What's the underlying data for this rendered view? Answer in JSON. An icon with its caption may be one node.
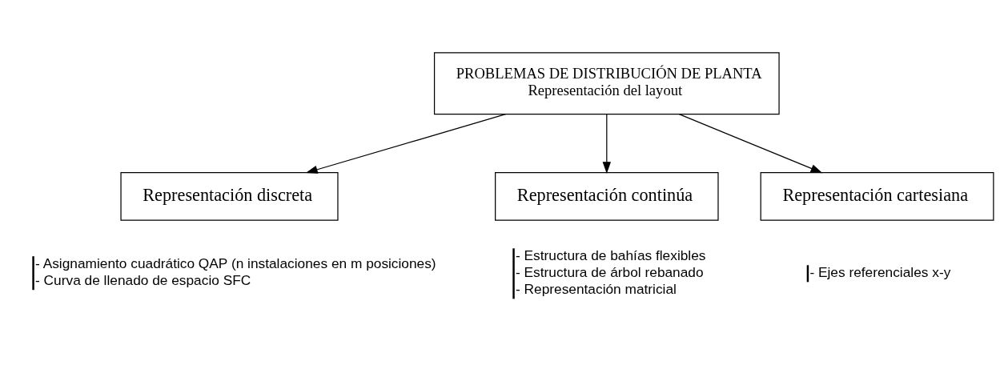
{
  "diagram": {
    "nodes": [
      {
        "text": [
          "PROBLEMAS DE DISTRIBUCIÓN DE PLANTA",
          "Representación del layout"
        ]
      },
      {
        "text": [
          "Representación discreta"
        ],
        "beside": [
          "- Asignamiento cuadrático QAP (n instalaciones en m posiciones)",
          "- Curva de llenado de espacio SFC"
        ]
      },
      {
        "text": [
          "Representación continúa"
        ],
        "beside": [
          "- Estructura de bahías flexibles",
          "- Estructura de árbol rebanado",
          "- Representación matricial"
        ]
      },
      {
        "text": [
          "Representación cartesiana"
        ],
        "beside": [
          "- Ejes referenciales x-y"
        ]
      }
    ],
    "edges": [
      {
        "from": 0,
        "to": 1,
        "arrow": "to"
      },
      {
        "from": 0,
        "to": 2,
        "arrow": "to"
      },
      {
        "from": 0,
        "to": 3,
        "arrow": "to"
      }
    ]
  }
}
